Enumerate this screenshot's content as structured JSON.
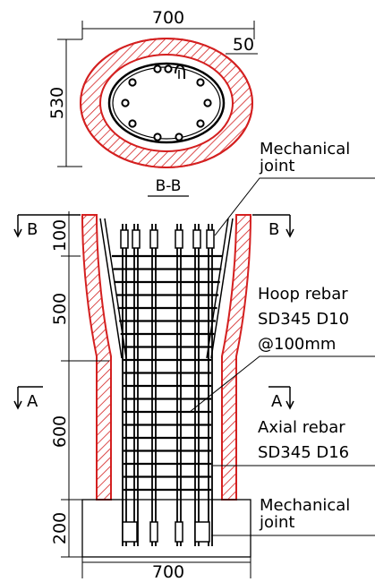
{
  "section": {
    "title": "B-B",
    "width_label": "700",
    "height_label": "530",
    "cover_label": "50"
  },
  "elevation": {
    "top_dim": "100",
    "taper_dim": "500",
    "column_dim": "600",
    "base_dim": "200",
    "base_width_label": "700",
    "section_b_left": "B",
    "section_b_right": "B",
    "section_a_left": "A",
    "section_a_right": "A"
  },
  "annotations": {
    "joint_top_line1": "Mechanical",
    "joint_top_line2": "joint",
    "hoop_line1": "Hoop rebar",
    "hoop_line2": "SD345 D10",
    "hoop_line3": "@100mm",
    "axial_line1": "Axial rebar",
    "axial_line2": "SD345 D16",
    "joint_bottom_line1": "Mechanical",
    "joint_bottom_line2": "joint"
  },
  "colors": {
    "concrete_outline": "#d42020",
    "steel": "#000000"
  }
}
